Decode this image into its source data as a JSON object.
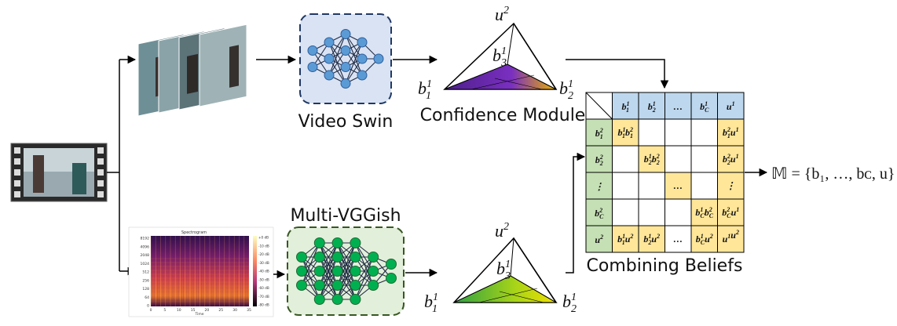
{
  "labels": {
    "video_model": "Video Swin",
    "audio_model": "Multi-VGGish",
    "confidence": "Confidence Module",
    "combining": "Combining Beliefs"
  },
  "output_formula": "𝕄 = {b₁, …, bᴄ, u}",
  "spectrogram": {
    "title": "Spectrogram",
    "y_ticks": [
      "8192",
      "4096",
      "2048",
      "1024",
      "512",
      "256",
      "128",
      "64",
      "0"
    ],
    "x_ticks": [
      "0",
      "5",
      "10",
      "15",
      "20",
      "25",
      "30",
      "35"
    ],
    "x_label": "Time",
    "cbar_ticks": [
      "+0 dB",
      "-10 dB",
      "-20 dB",
      "-30 dB",
      "-40 dB",
      "-50 dB",
      "-60 dB",
      "-70 dB",
      "-80 dB"
    ]
  },
  "triangles": {
    "top": {
      "apex": "u",
      "apex_sup": "2",
      "left": "b",
      "left_sub": "1",
      "left_sup": "1",
      "right": "b",
      "right_sub": "2",
      "right_sup": "1",
      "mid": "b",
      "mid_sub": "3",
      "mid_sup": "1"
    },
    "bottom": {
      "apex": "u",
      "apex_sup": "2",
      "left": "b",
      "left_sub": "1",
      "left_sup": "1",
      "right": "b",
      "right_sub": "2",
      "right_sup": "1",
      "mid": "b",
      "mid_sub": "3",
      "mid_sup": "1"
    }
  },
  "colors": {
    "header_blue": "#bdd7ee",
    "header_green": "#c5e0b4",
    "cell_yellow": "#ffe699",
    "node_blue": "#5b9bd5",
    "node_green": "#00b050",
    "box_blue": "#dae3f3",
    "box_green": "#e2efda"
  }
}
